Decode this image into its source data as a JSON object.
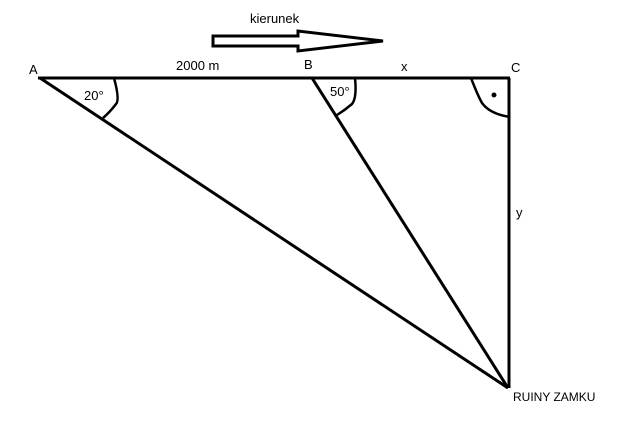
{
  "direction_label": "kierunek",
  "points": {
    "A": "A",
    "B": "B",
    "C": "C",
    "D": "RUINY ZAMKU"
  },
  "segments": {
    "AB": "2000 m",
    "BC": "x",
    "CD": "y"
  },
  "angles": {
    "A": "20°",
    "B": "50°",
    "C": "right-angle"
  }
}
